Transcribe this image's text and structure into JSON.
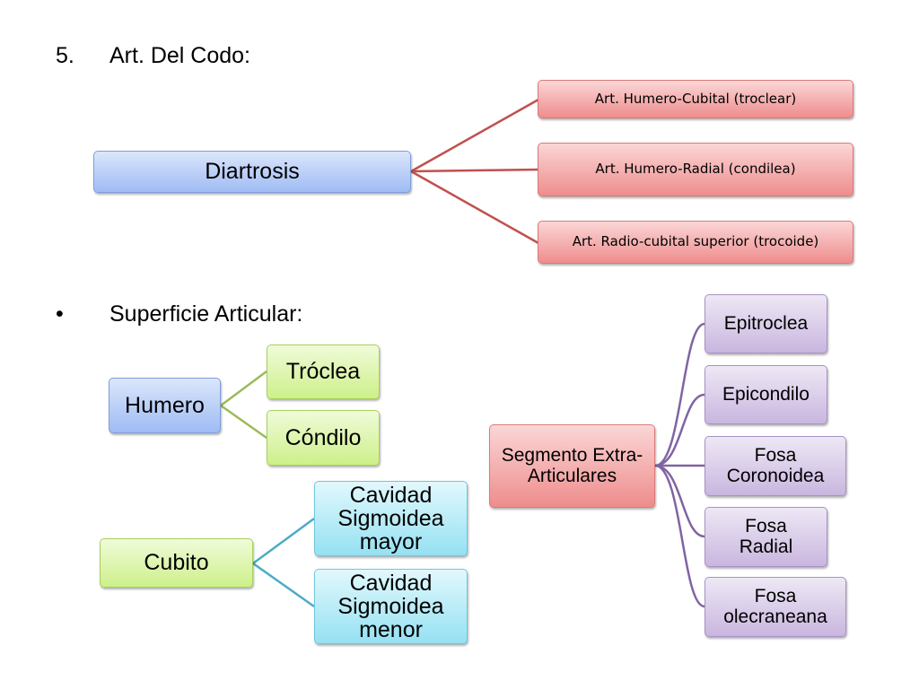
{
  "section_5": {
    "number": "5.",
    "title": "Art. Del Codo:"
  },
  "section_bullet": {
    "marker": "•",
    "title": "Superficie Articular:"
  },
  "diartrosis": {
    "label": "Diartrosis",
    "children": [
      "Art. Humero-Cubital (troclear)",
      "Art. Humero-Radial (condilea)",
      "Art. Radio-cubital superior (trocoide)"
    ]
  },
  "humero": {
    "label": "Humero",
    "children": [
      "Tróclea",
      "Cóndilo"
    ]
  },
  "cubito": {
    "label": "Cubito",
    "children": [
      "Cavidad Sigmoidea mayor",
      "Cavidad Sigmoidea menor"
    ]
  },
  "segmento": {
    "label": "Segmento Extra-Articulares",
    "children": [
      "Epitroclea",
      "Epicondilo",
      "Fosa Coronoidea",
      "Fosa Radial",
      "Fosa olecraneana"
    ]
  },
  "colors": {
    "diartrosis_links": "#c0504d",
    "humero_links": "#9bbb59",
    "cubito_links": "#4bacc6",
    "segmento_links": "#8064a2"
  }
}
